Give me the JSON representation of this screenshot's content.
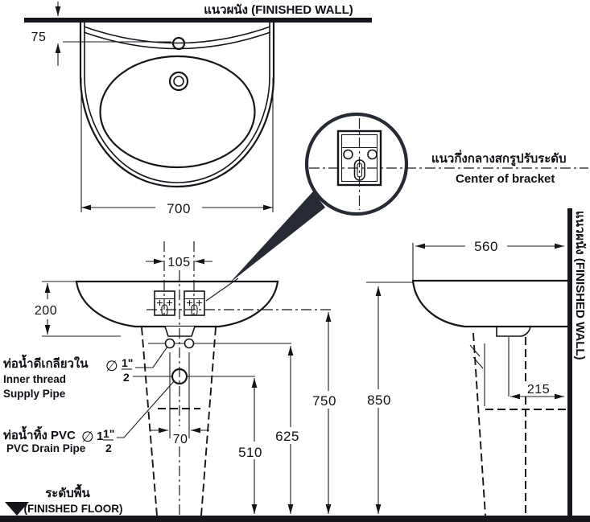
{
  "drawing": {
    "top_wall_label": "แนวผนัง  (FINISHED WALL)",
    "right_wall_label": "แนวผนัง  (FINISHED WALL)",
    "floor_label_thai": "ระดับพื้น",
    "floor_label_en": "(FINISHED FLOOR)",
    "bracket_label_thai": "แนวกึ่งกลางสกรูปรับระดับ",
    "bracket_label_en": "Center of bracket",
    "supply_label_thai": "ท่อน้ำดีเกลียวใน",
    "supply_diameter_symbol": "∅",
    "supply_frac_num": "1\"",
    "supply_frac_den": "2",
    "supply_label_en_1": "Inner thread",
    "supply_label_en_2": "Supply Pipe",
    "drain_label_thai": "ท่อน้ำทิ้ง PVC",
    "drain_diameter_symbol": "∅",
    "drain_whole": "1",
    "drain_frac_num": "1\"",
    "drain_frac_den": "2",
    "drain_label_en": "PVC Drain Pipe",
    "dimensions": {
      "faucet_hole_offset": "75",
      "basin_width": "700",
      "bracket_spacing": "105",
      "rim_to_underside": "200",
      "supply_pipe_spacing": "70",
      "drain_pipe_height": "510",
      "supply_pipe_height": "625",
      "bracket_height": "750",
      "rim_height": "850",
      "basin_depth": "560",
      "drain_offset_from_wall": "215"
    }
  }
}
